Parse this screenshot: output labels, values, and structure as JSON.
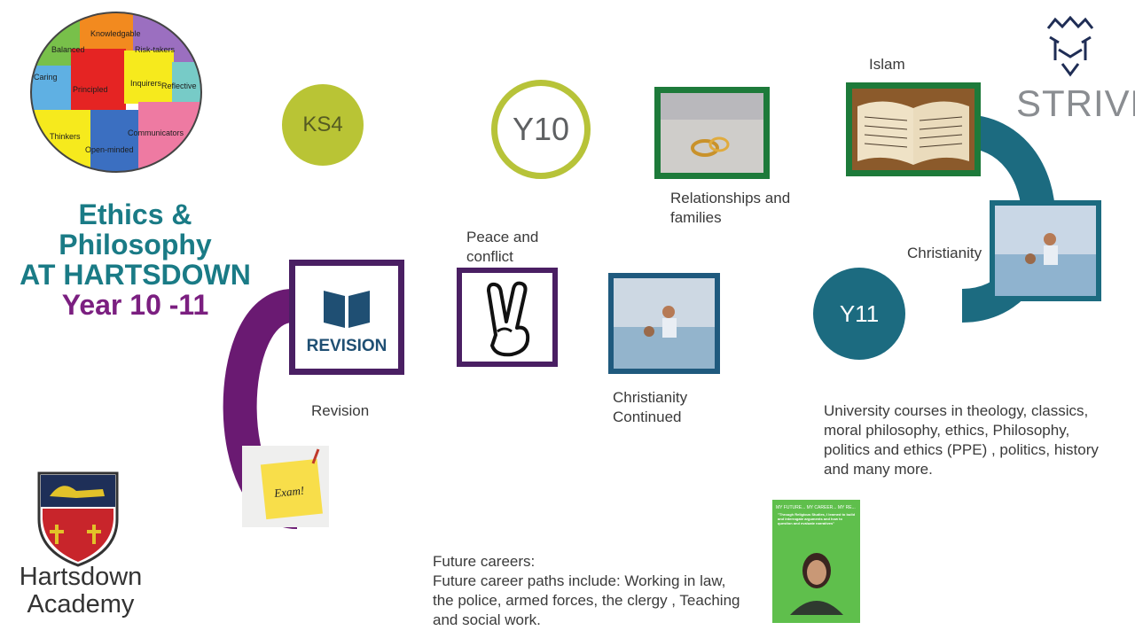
{
  "title": {
    "line1": "Ethics &",
    "line2": "Philosophy",
    "line3": "AT HARTSDOWN",
    "line4": "Year 10 -11"
  },
  "milestones": {
    "ks4": "KS4",
    "y10": "Y10",
    "y11": "Y11"
  },
  "topics": {
    "relationships": "Relationships and families",
    "islam": "Islam",
    "christianity": "Christianity",
    "christianity_continued": "Christianity Continued",
    "peace": "Peace and conflict",
    "revision": "Revision"
  },
  "revision_icon_text": "REVISION",
  "exam_note_text": "Exam!",
  "university_text": "University courses in theology, classics, moral philosophy, ethics, Philosophy, politics and ethics (PPE) , politics, history and many more.",
  "careers": {
    "heading": "Future careers:",
    "body": "Future career paths include: Working in law, the police, armed forces, the clergy , Teaching and social work."
  },
  "poster": {
    "header": "MY FUTURE... MY CAREER... MY RE...",
    "quote": "\"Through Religious Studies, I learned to build and interrogate arguments and how to question and evaluate narratives\""
  },
  "logos": {
    "strive": "STRIVE",
    "school_line1": "Hartsdown",
    "school_line2": "Academy"
  },
  "learner_profile": [
    "Knowledgable",
    "Balanced",
    "Risk-takers",
    "Caring",
    "Principled",
    "Inquirers",
    "Reflective",
    "Thinkers",
    "Communicators",
    "Open-minded"
  ],
  "colors": {
    "olive": "#b9c435",
    "teal": "#1c6b80",
    "green_frame": "#1d7a3a",
    "purple": "#5a1f6b",
    "title_teal": "#1a7b86",
    "title_purple": "#7b1f80"
  }
}
